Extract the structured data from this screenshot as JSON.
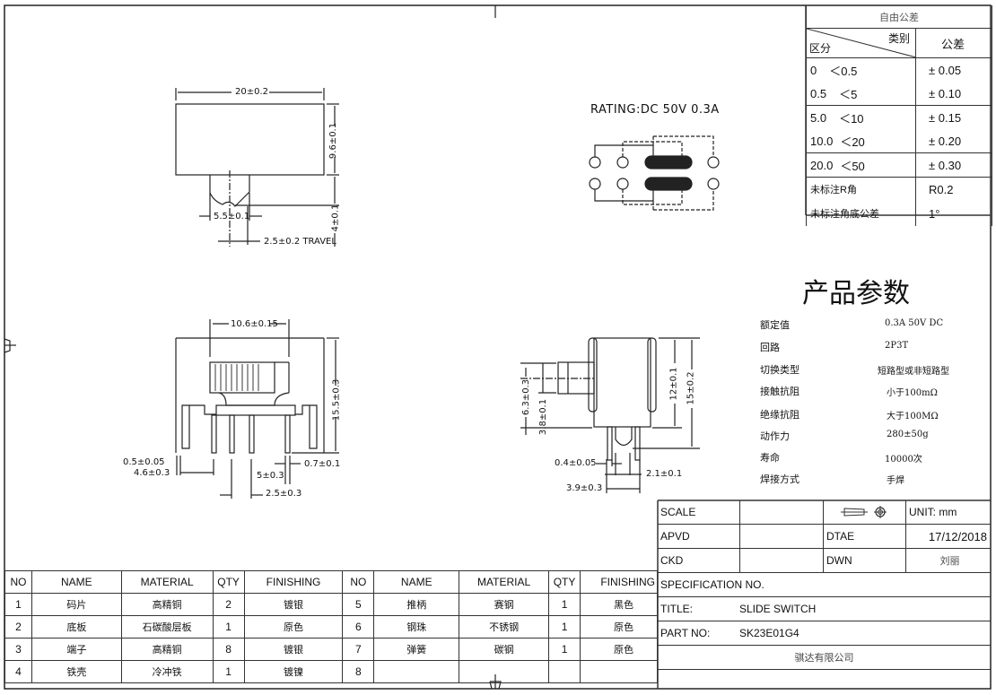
{
  "tolerance_table": {
    "title": "自由公差",
    "header_left_top": "类别",
    "header_left_bottom": "区分",
    "header_right": "公差",
    "rows": [
      {
        "range_from": "0",
        "range_to": "＜0.5",
        "tol": "± 0.05"
      },
      {
        "range_from": "0.5",
        "range_to": "＜5",
        "tol": "± 0.10"
      },
      {
        "range_from": "5.0",
        "range_to": "＜10",
        "tol": "± 0.15"
      },
      {
        "range_from": "10.0",
        "range_to": "＜20",
        "tol": "± 0.20"
      },
      {
        "range_from": "20.0",
        "range_to": "＜50",
        "tol": "± 0.30"
      }
    ],
    "r_angle_label": "未标注R角",
    "r_angle_value": "R0.2",
    "angle_label": "未标注角底公差",
    "angle_value": "1°"
  },
  "rating": "RATING:DC  50V  0.3A",
  "top_view": {
    "width_dim": "20±0.2",
    "height_dim": "9.6±0.1",
    "actuator_dim": "5.5±0.1",
    "actuator_height_dim": "4±0.1",
    "travel_dim": "2.5±0.2  TRAVEL"
  },
  "front_view": {
    "window_dim": "10.6±0.15",
    "height_dim": "15.5±0.3",
    "pin_thick_dim": "0.5±0.05",
    "edge_dim": "4.6±0.3",
    "pitch5_dim": "5±0.3",
    "pin_width_dim": "0.7±0.1",
    "pitch25_dim": "2.5±0.3"
  },
  "side_view": {
    "dim_63": "6.3±0.3",
    "dim_38": "3.8±0.1",
    "dim_12": "12±0.1",
    "dim_15": "15±0.2",
    "dim_04": "0.4±0.05",
    "dim_21": "2.1±0.1",
    "dim_39": "3.9±0.3"
  },
  "params": {
    "title": "产品参数",
    "rows": [
      {
        "label": "额定值",
        "value": "0.3A 50V DC"
      },
      {
        "label": "回路",
        "value": "2P3T"
      },
      {
        "label": "切换类型",
        "value": "短路型或非短路型"
      },
      {
        "label": "接触抗阻",
        "value": "小于100mΩ"
      },
      {
        "label": "绝缘抗阻",
        "value": "大于100MΩ"
      },
      {
        "label": "动作力",
        "value": "280±50g"
      },
      {
        "label": "寿命",
        "value": "10000次"
      },
      {
        "label": "焊接方式",
        "value": "手焊"
      }
    ]
  },
  "title_block": {
    "scale_label": "SCALE",
    "unit": "UNIT: mm",
    "apvd_label": "APVD",
    "date_label": "DTAE",
    "date_value": "17/12/2018",
    "ckd_label": "CKD",
    "dwn_label": "DWN",
    "dwn_value": "刘丽",
    "spec_label": "SPECIFICATION NO.",
    "title_label": "TITLE:",
    "title_value": "SLIDE  SWITCH",
    "part_label": "PART NO:",
    "part_value": "SK23E01G4",
    "company": "骐达有限公司"
  },
  "bom": {
    "headers": [
      "NO",
      "NAME",
      "MATERIAL",
      "QTY",
      "FINISHING",
      "NO",
      "NAME",
      "MATERIAL",
      "QTY",
      "FINISHING"
    ],
    "rows": [
      [
        "1",
        "码片",
        "高精铜",
        "2",
        "镀银",
        "5",
        "推柄",
        "赛钢",
        "1",
        "黑色"
      ],
      [
        "2",
        "底板",
        "石碳酸层板",
        "1",
        "原色",
        "6",
        "钢珠",
        "不锈钢",
        "1",
        "原色"
      ],
      [
        "3",
        "端子",
        "高精铜",
        "8",
        "镀银",
        "7",
        "弹簧",
        "碳钢",
        "1",
        "原色"
      ],
      [
        "4",
        "铁壳",
        "冷冲铁",
        "1",
        "镀镍",
        "8",
        "",
        "",
        "",
        ""
      ]
    ]
  }
}
